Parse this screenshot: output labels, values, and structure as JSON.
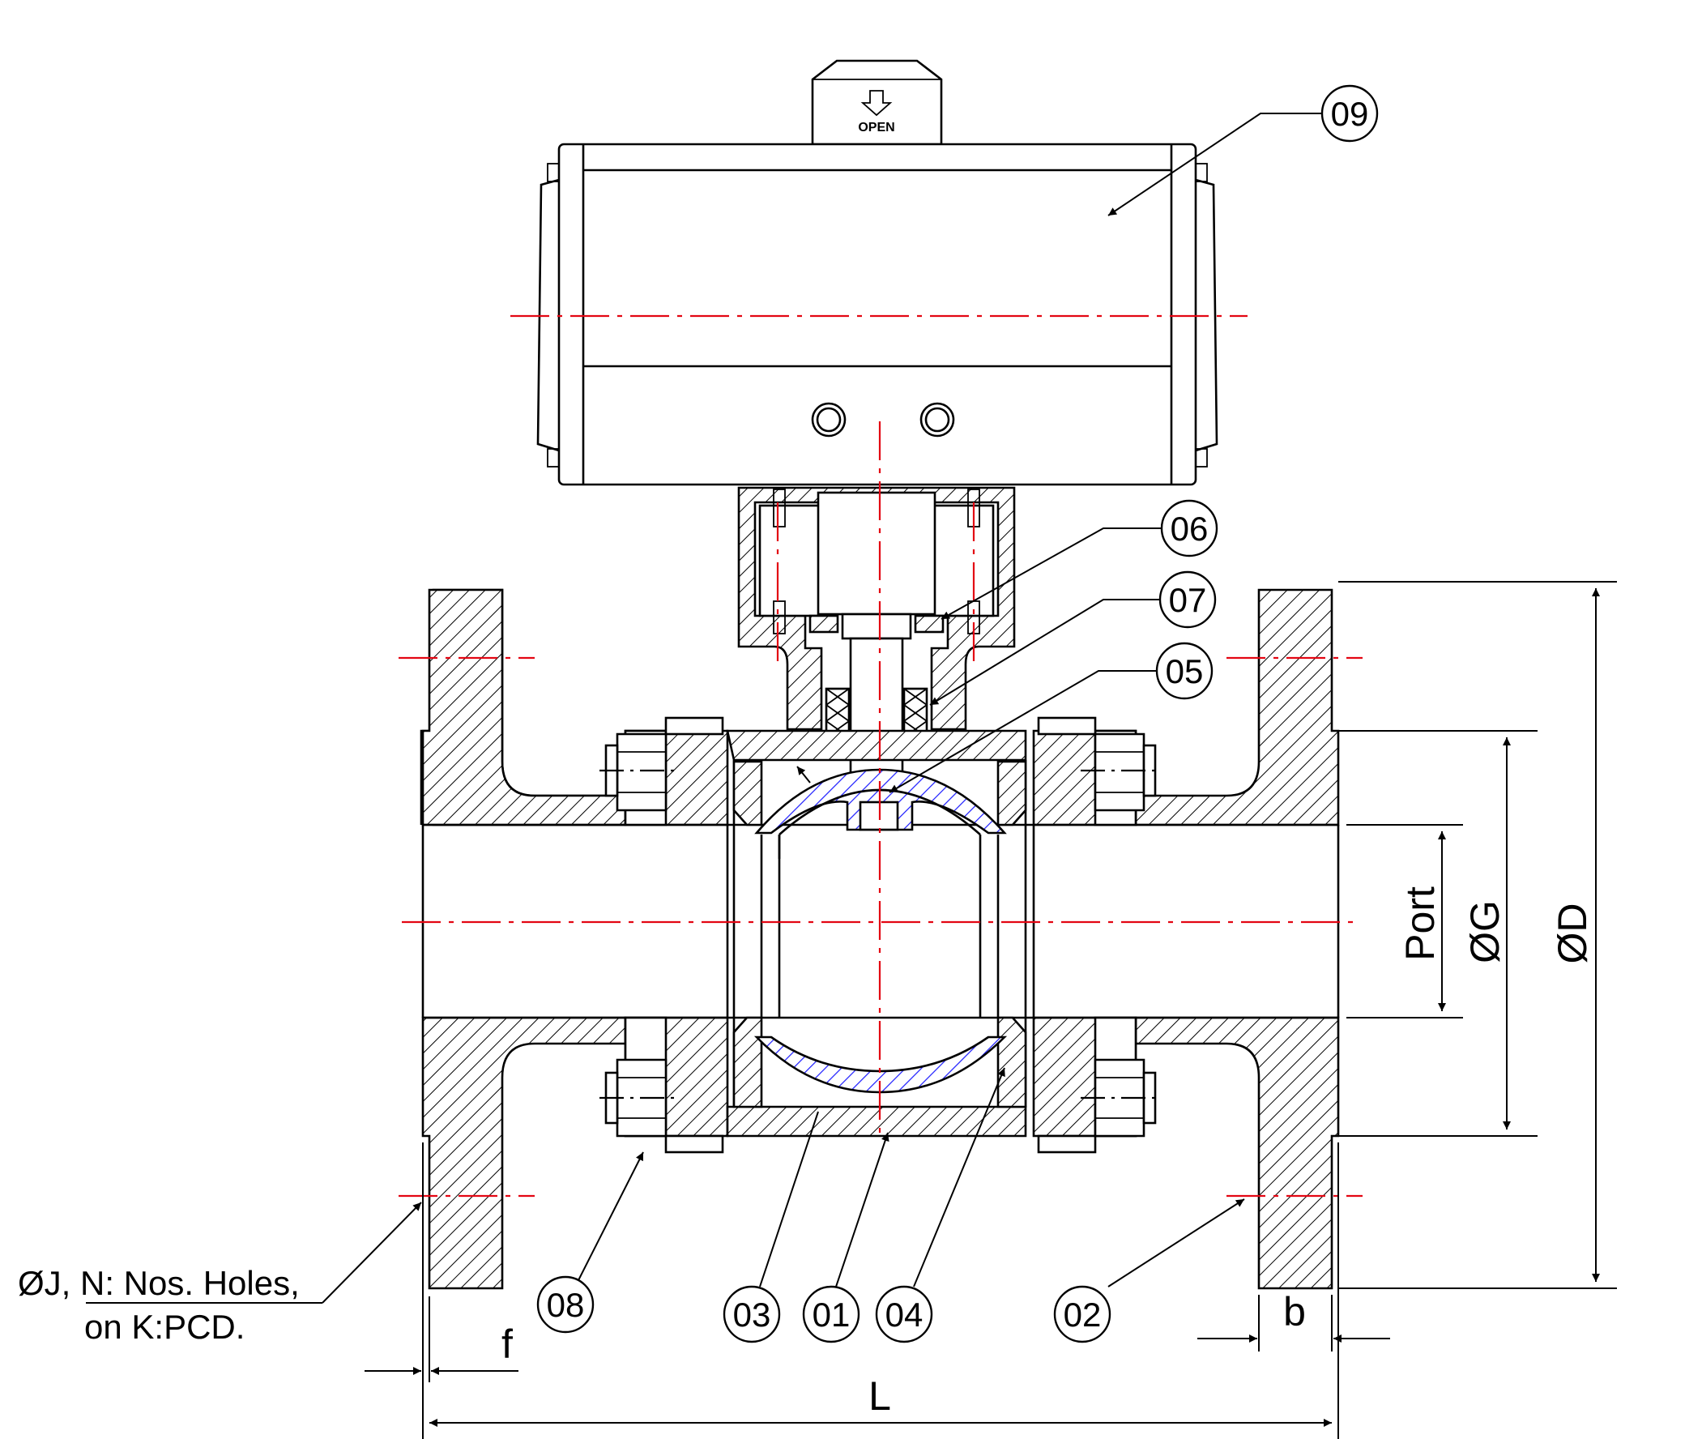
{
  "actuator": {
    "indicator_label": "OPEN"
  },
  "balloons": {
    "p01": "01",
    "p02": "02",
    "p03": "03",
    "p04": "04",
    "p05": "05",
    "p06": "06",
    "p07": "07",
    "p08": "08",
    "p09": "09"
  },
  "dimensions": {
    "port": "Port",
    "g": "ØG",
    "d": "ØD",
    "l": "L",
    "f": "f",
    "b": "b"
  },
  "holes_note": {
    "line1": "ØJ, N: Nos. Holes,",
    "line2": "on K:PCD."
  },
  "colors": {
    "outline": "#000000",
    "centerline": "#e30613",
    "ball_hatch": "#1a1aff"
  }
}
